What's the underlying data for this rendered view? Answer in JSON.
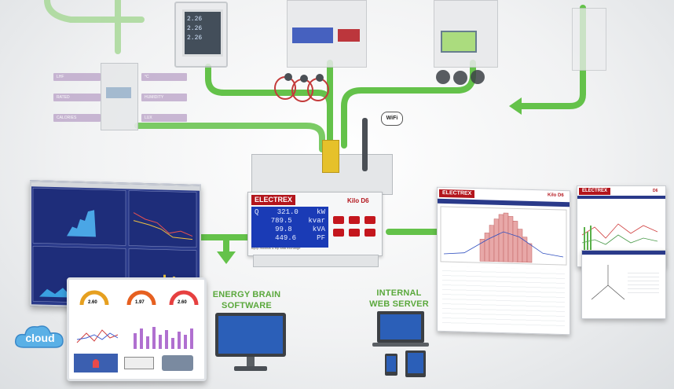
{
  "device": {
    "brand": "ELECTREX",
    "model": "Kilo D6",
    "lcd_rows": [
      {
        "phase": "Q",
        "value": "321.0",
        "unit": "kW"
      },
      {
        "phase": "",
        "value": "789.5",
        "unit": "kvar"
      },
      {
        "phase": "",
        "value": "99.8",
        "unit": "kVA"
      },
      {
        "phase": "",
        "value": "449.6",
        "unit": "PF"
      }
    ],
    "footer": "tcp/ip modbus & eip data exchange"
  },
  "wifi_label": "WiFi",
  "io_labels": [
    "LHF",
    "RATED",
    "CALORIES",
    "°C",
    "HUMIDITY",
    "LUX"
  ],
  "energy_brain": {
    "line1": "ENERGY BRAIN",
    "line2": "SOFTWARE"
  },
  "web_server": {
    "line1": "INTERNAL",
    "line2": "WEB SERVER"
  },
  "cloud_label": "cloud",
  "web_panel_1": {
    "brand": "ELECTREX",
    "model": "Kilo D6"
  },
  "web_panel_2": {
    "brand": "ELECTREX",
    "model": "D6"
  },
  "dashboard_gauges": [
    "2.60",
    "1.97",
    "2.60"
  ],
  "colors": {
    "pipe_green": "#64c24a",
    "pipe_green_dark": "#3f9e2f",
    "brand_red": "#b3151c",
    "lcd_blue": "#1a3bb6",
    "screen_blue": "#2b5fb8"
  }
}
